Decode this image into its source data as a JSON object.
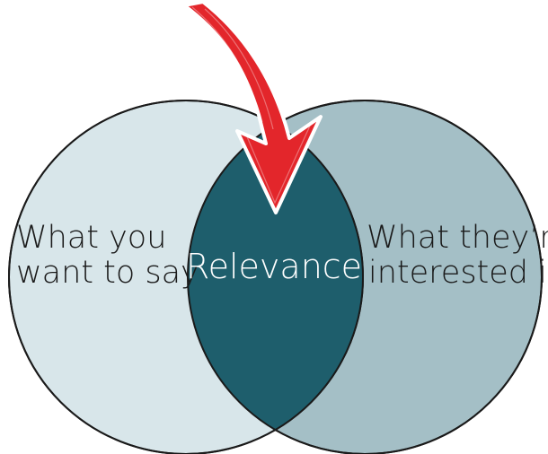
{
  "diagram": {
    "left_circle": {
      "line1": "What you",
      "line2": "want to say",
      "fill": "#d8e6ea"
    },
    "right_circle": {
      "line1": "What they’re",
      "line2": "interested in",
      "fill": "#a4bfc6"
    },
    "overlap": {
      "label": "Relevance",
      "fill": "#1e5e6c"
    },
    "arrow": {
      "color": "#e3262b",
      "outline": "#ffffff"
    },
    "outline_color": "#1a1a1a",
    "text_color": "#1a1a1a",
    "overlap_text_color": "#ffffff"
  }
}
